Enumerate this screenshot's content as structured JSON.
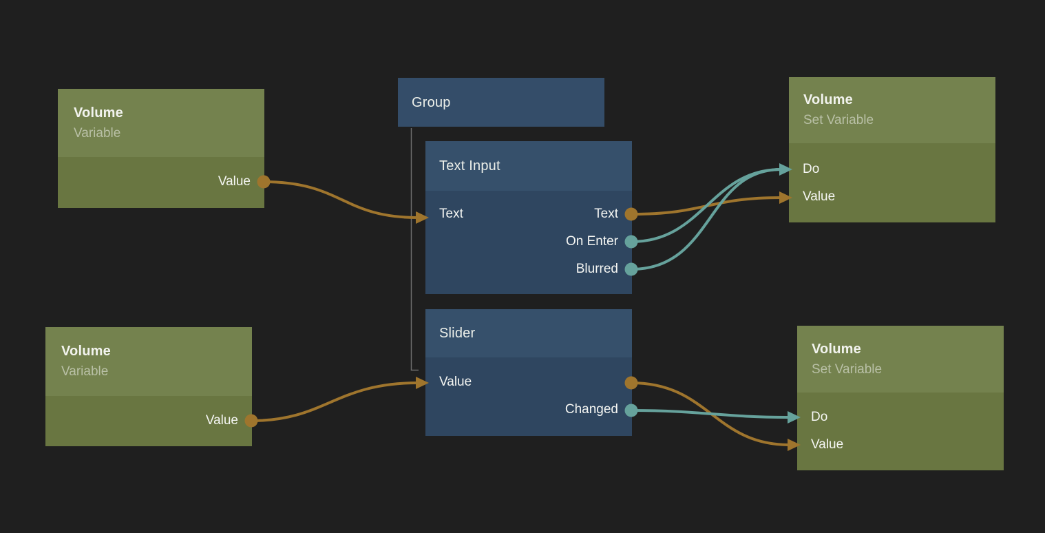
{
  "colors": {
    "background": "#1F1F1F",
    "node_green_header": "#74824E",
    "node_green_body": "#697641",
    "node_blue_header": "#36506B",
    "node_blue_body": "#2F4660",
    "group_header": "#344D69",
    "data_wire": "#9F752D",
    "signal_wire": "#66A29C",
    "group_line": "#6F6F6F",
    "title_text": "#F2F3EE",
    "subtitle_text": "#B9C0A6",
    "port_label_text": "#F5F6F3"
  },
  "nodes": [
    {
      "id": "variable-top",
      "title": "Volume",
      "subtitle": "Variable",
      "outputs": [
        {
          "label": "Value",
          "type": "data"
        }
      ]
    },
    {
      "id": "group",
      "title": "Group"
    },
    {
      "id": "text-input",
      "title": "Text Input",
      "inputs": [
        {
          "label": "Text",
          "type": "data"
        }
      ],
      "outputs": [
        {
          "label": "Text",
          "type": "data"
        },
        {
          "label": "On Enter",
          "type": "signal"
        },
        {
          "label": "Blurred",
          "type": "signal"
        }
      ]
    },
    {
      "id": "slider",
      "title": "Slider",
      "inputs": [
        {
          "label": "Value",
          "type": "data"
        }
      ],
      "outputs": [
        {
          "label": "",
          "type": "data"
        },
        {
          "label": "Changed",
          "type": "signal"
        }
      ]
    },
    {
      "id": "set-variable-top",
      "title": "Volume",
      "subtitle": "Set Variable",
      "inputs": [
        {
          "label": "Do",
          "type": "signal"
        },
        {
          "label": "Value",
          "type": "data"
        }
      ]
    },
    {
      "id": "variable-bottom",
      "title": "Volume",
      "subtitle": "Variable",
      "outputs": [
        {
          "label": "Value",
          "type": "data"
        }
      ]
    },
    {
      "id": "set-variable-bottom",
      "title": "Volume",
      "subtitle": "Set Variable",
      "inputs": [
        {
          "label": "Do",
          "type": "signal"
        },
        {
          "label": "Value",
          "type": "data"
        }
      ]
    }
  ],
  "connections": [
    {
      "from_node": "variable-top",
      "from_port": "Value",
      "to_node": "text-input",
      "to_port": "Text",
      "type": "data"
    },
    {
      "from_node": "text-input",
      "from_port": "Text",
      "to_node": "set-variable-top",
      "to_port": "Value",
      "type": "data"
    },
    {
      "from_node": "text-input",
      "from_port": "On Enter",
      "to_node": "set-variable-top",
      "to_port": "Do",
      "type": "signal"
    },
    {
      "from_node": "text-input",
      "from_port": "Blurred",
      "to_node": "set-variable-top",
      "to_port": "Do",
      "type": "signal"
    },
    {
      "from_node": "variable-bottom",
      "from_port": "Value",
      "to_node": "slider",
      "to_port": "Value",
      "type": "data"
    },
    {
      "from_node": "slider",
      "from_port": "Value",
      "to_node": "set-variable-bottom",
      "to_port": "Value",
      "type": "data"
    },
    {
      "from_node": "slider",
      "from_port": "Changed",
      "to_node": "set-variable-bottom",
      "to_port": "Do",
      "type": "signal"
    }
  ]
}
